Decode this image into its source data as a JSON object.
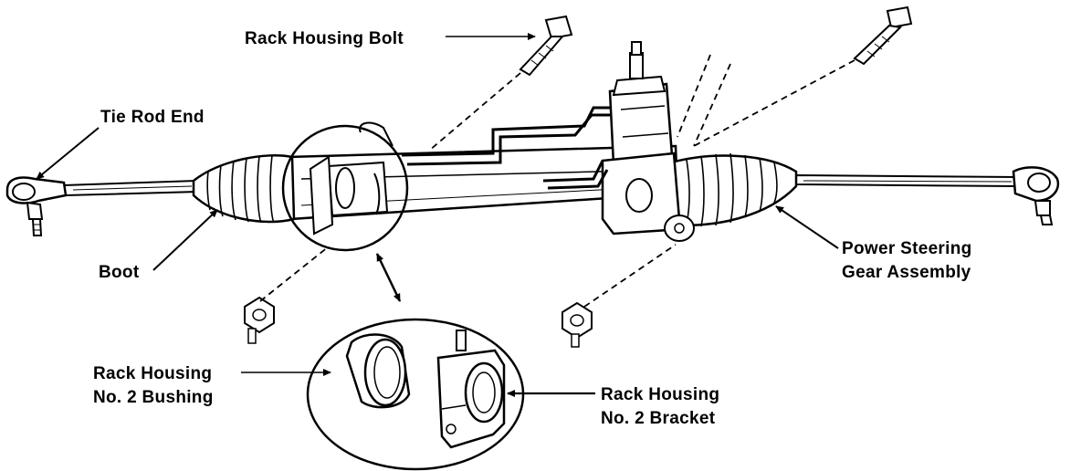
{
  "labels": {
    "rack_housing_bolt": "Rack Housing Bolt",
    "tie_rod_end": "Tie Rod End",
    "boot": "Boot",
    "power_steering_line1": "Power Steering",
    "power_steering_line2": "Gear Assembly",
    "bushing_line1": "Rack Housing",
    "bushing_line2": "No. 2 Bushing",
    "bracket_line1": "Rack Housing",
    "bracket_line2": "No. 2 Bracket"
  },
  "colors": {
    "ink": "#000000",
    "paper": "#ffffff"
  },
  "icons": [
    "bolt-icon",
    "nut-icon",
    "tie-rod-end-icon",
    "boot-icon",
    "bushing-icon",
    "bracket-icon"
  ]
}
